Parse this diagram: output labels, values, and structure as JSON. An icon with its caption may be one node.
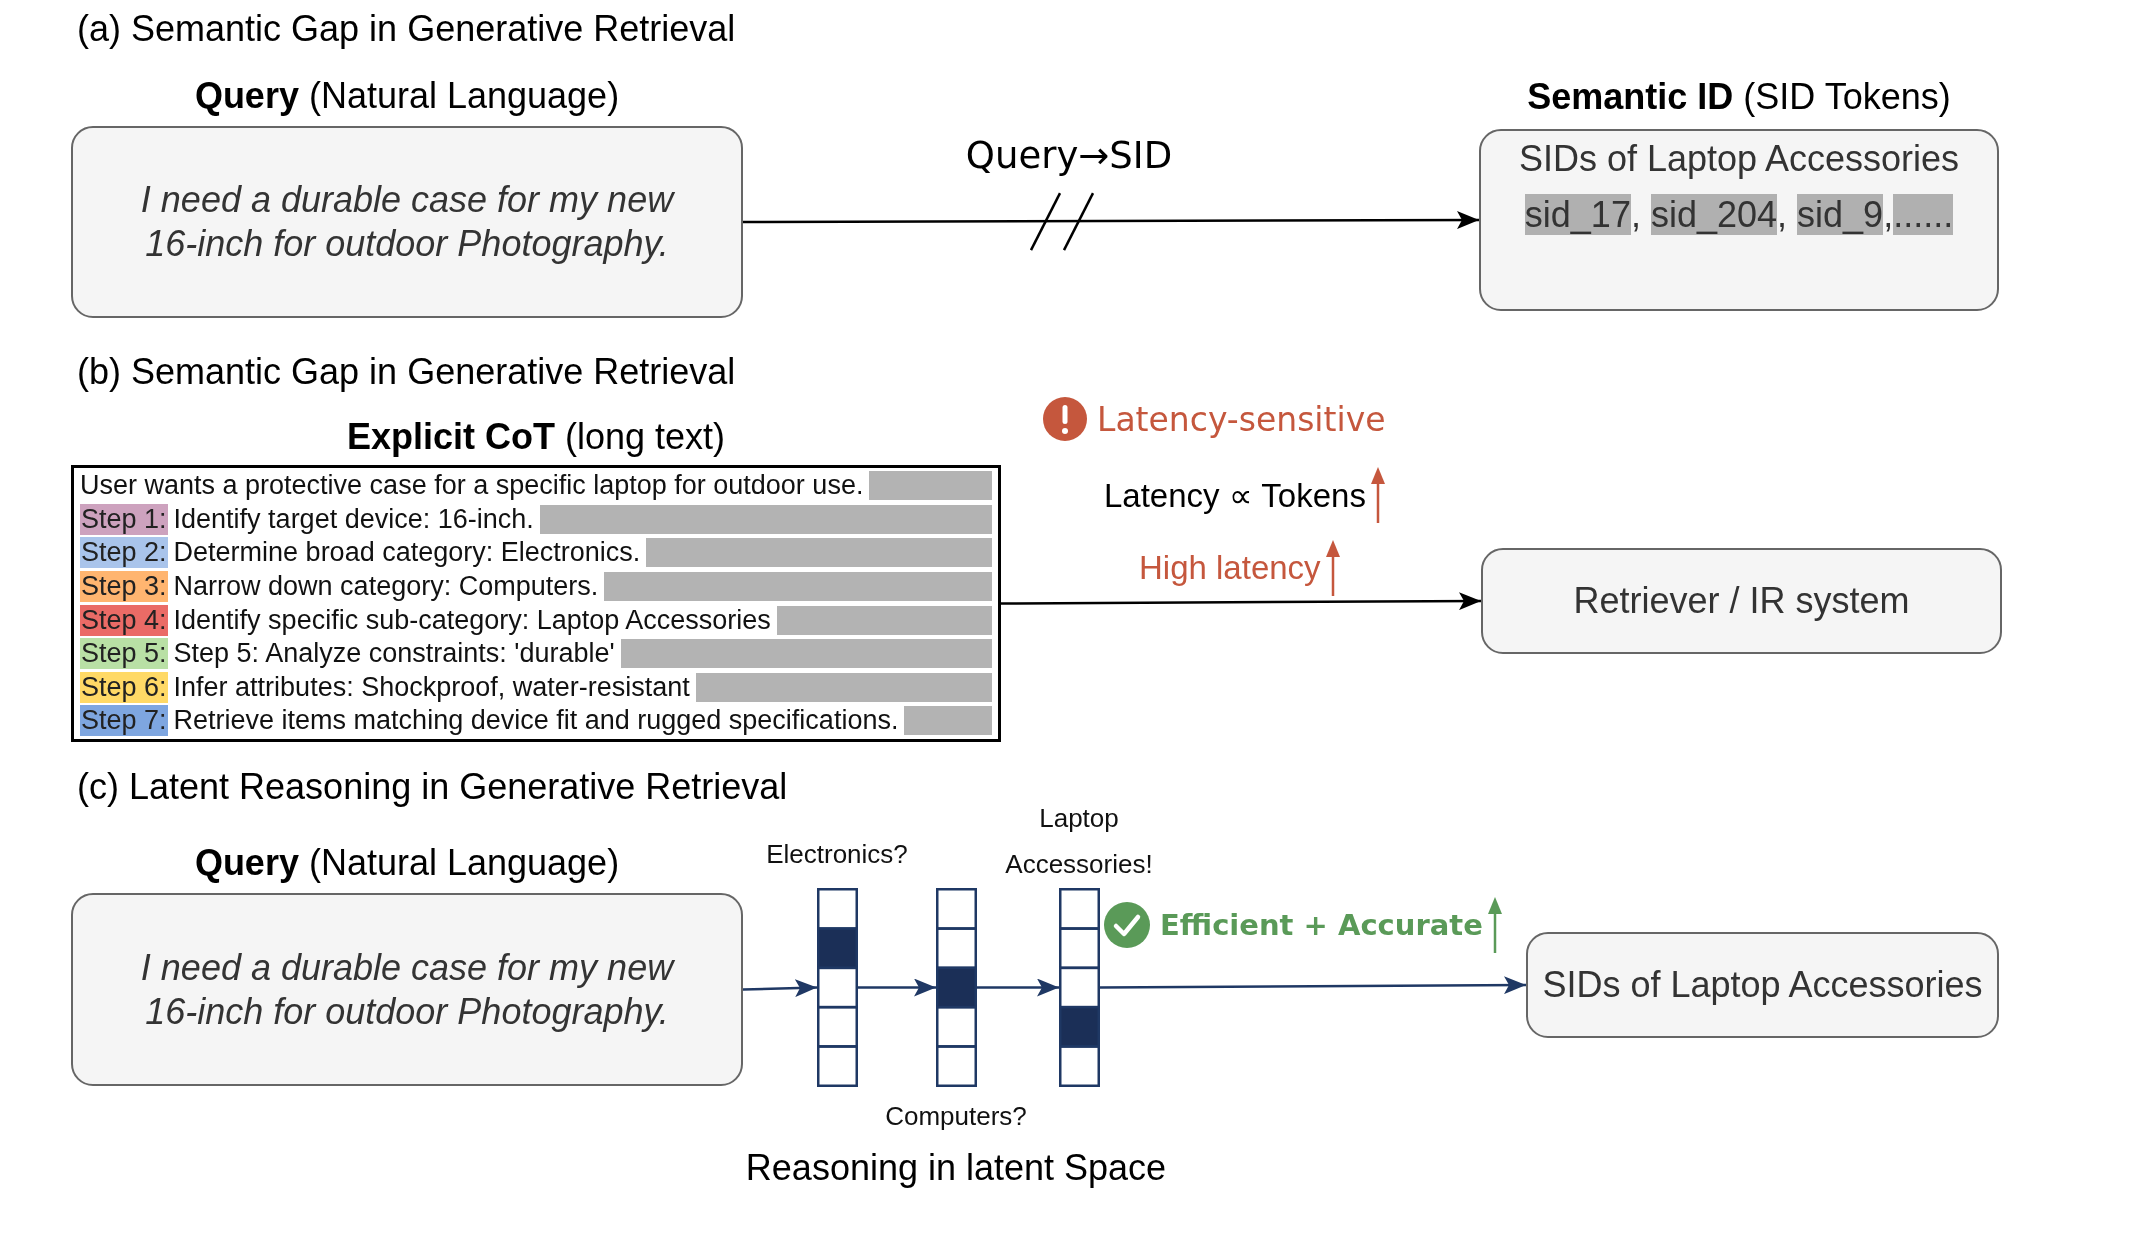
{
  "diagram": {
    "nodes": [
      {
        "text": [
          "**Query** (Natural Language)",
          "I need a durable case for my new 16-inch for outdoor Photography."
        ]
      },
      {
        "text": [
          "**Semantic ID** (SID Tokens)",
          "SIDs of Laptop Accessories",
          "sid_17, sid_204, sid_9,......"
        ]
      },
      {
        "text": [
          "**Explicit CoT** (long text)",
          "User wants a protective case for a specific laptop for outdoor use."
        ]
      },
      {
        "text": [
          "Step 1:"
        ],
        "in": 2,
        "beside": [
          "Identify target device: 16-inch."
        ]
      },
      {
        "text": [
          "Step 2:"
        ],
        "in": 2,
        "beside": [
          "Determine broad category: Electronics."
        ]
      },
      {
        "text": [
          "Step 3:"
        ],
        "in": 2,
        "beside": [
          "Narrow down category: Computers."
        ]
      },
      {
        "text": [
          "Step 4:"
        ],
        "in": 2,
        "beside": [
          "Identify specific sub-category: Laptop Accessories"
        ]
      },
      {
        "text": [
          "Step 5:"
        ],
        "in": 2,
        "beside": [
          "Step 5: Analyze constraints: 'durable'"
        ]
      },
      {
        "text": [
          "Step 6:"
        ],
        "in": 2,
        "beside": [
          "Infer attributes: Shockproof, water-resistant"
        ]
      },
      {
        "text": [
          "Step 7:"
        ],
        "in": 2,
        "beside": [
          "Retrieve items matching device fit and rugged specifications."
        ]
      },
      {
        "text": [
          "Retriever / IR system"
        ]
      },
      {
        "text": [
          "**Query** (Natural Language)",
          "I need a durable case for my new 16-inch for outdoor Photography."
        ]
      },
      {
        "text": [],
        "shape": "bar",
        "beside": [
          "Electronics?"
        ]
      },
      {
        "text": [],
        "shape": "bar",
        "beside": [
          "Computers?"
        ]
      },
      {
        "text": [],
        "shape": "bar",
        "beside": [
          "Laptop Accessories!"
        ]
      },
      {
        "text": [
          "SIDs of Laptop Accessories"
        ]
      }
    ],
    "edges": [
      {
        "from": 0,
        "to": 1,
        "arrow": "to",
        "label": "Query→SID",
        "color": "#000000"
      },
      {
        "from": 2,
        "to": 10,
        "arrow": "to",
        "color": "#000000"
      },
      {
        "from": 11,
        "to": 12,
        "arrow": "to"
      },
      {
        "from": 12,
        "to": 13,
        "arrow": "to"
      },
      {
        "from": 13,
        "to": 14,
        "arrow": "to"
      },
      {
        "from": 14,
        "to": 15,
        "arrow": "to"
      }
    ],
    "labels": [
      "(a) Semantic Gap in Generative Retrieval",
      "(b) Semantic Gap in Generative Retrieval",
      "Latency-sensitive",
      "Latency ∝ Tokens",
      "High latency",
      "(c) Latent Reasoning in Generative Retrieval",
      "Efficient + Accurate",
      "Reasoning in latent Space"
    ]
  }
}
